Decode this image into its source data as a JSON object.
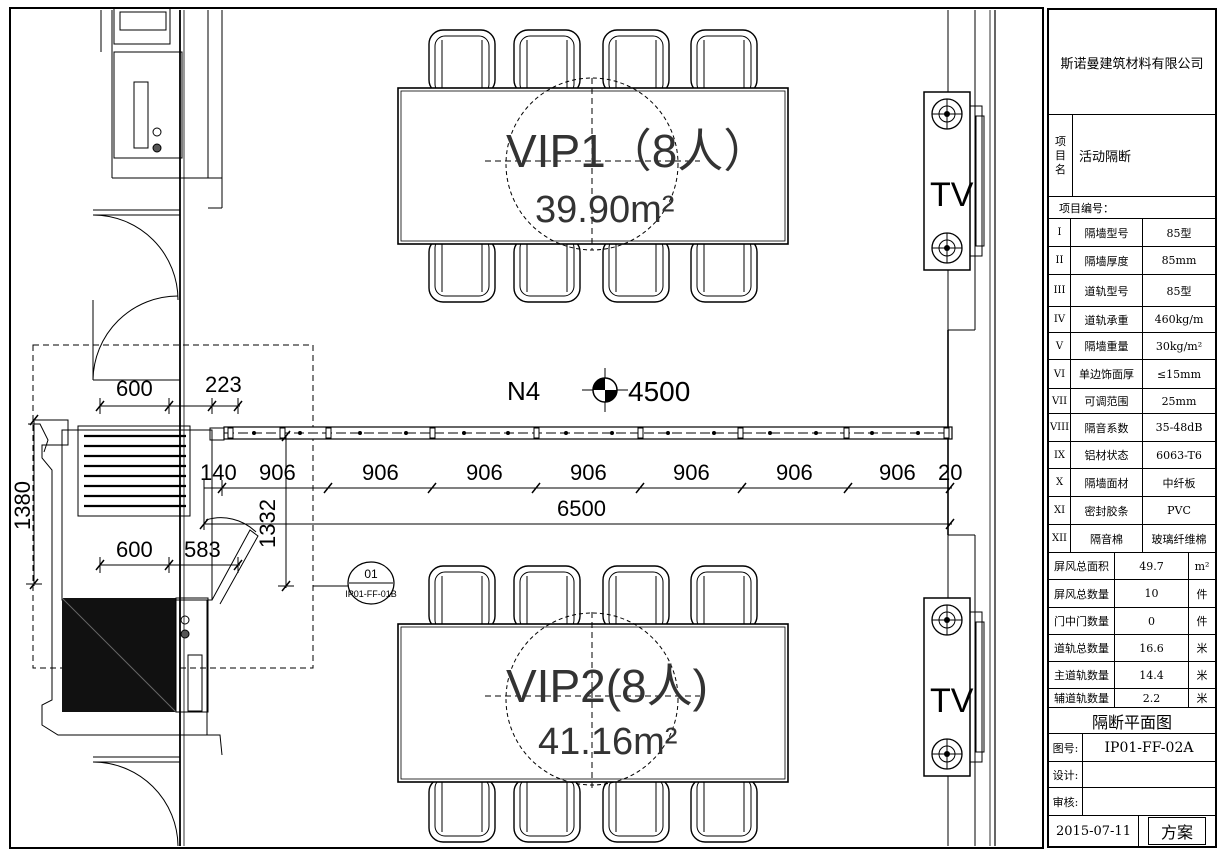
{
  "plan": {
    "rooms": [
      {
        "name": "VIP1（8人）",
        "area": "39.90m²"
      },
      {
        "name": "VIP2(8人)",
        "area": "41.16m²"
      }
    ],
    "tv_label": "TV",
    "axis_label": "N4",
    "elevation": "4500",
    "section_tag": {
      "number": "01",
      "ref": "IP01-FF-01B"
    },
    "dims": {
      "d600a": "600",
      "d223": "223",
      "d1380": "1380",
      "d140": "140",
      "d906": "906",
      "d20": "20",
      "d6500": "6500",
      "d1332": "1332",
      "d600b": "600",
      "d583": "583"
    }
  },
  "title_block": {
    "company": "斯诺曼建筑材料有限公司",
    "project_name_label": "项目名",
    "project_name": "活动隔断",
    "project_no_label": "项目编号：",
    "specs": [
      {
        "no": "I",
        "item": "隔墙型号",
        "value": "85型"
      },
      {
        "no": "II",
        "item": "隔墙厚度",
        "value": "85mm"
      },
      {
        "no": "III",
        "item": "道轨型号",
        "value": "85型"
      },
      {
        "no": "IV",
        "item": "道轨承重",
        "value": "460kg/m"
      },
      {
        "no": "V",
        "item": "隔墙重量",
        "value": "30kg/m²"
      },
      {
        "no": "VI",
        "item": "单边饰面厚",
        "value": "≤15mm"
      },
      {
        "no": "VII",
        "item": "可调范围",
        "value": "25mm"
      },
      {
        "no": "VIII",
        "item": "隔音系数",
        "value": "35-48dB"
      },
      {
        "no": "IX",
        "item": "铝材状态",
        "value": "6063-T6"
      },
      {
        "no": "X",
        "item": "隔墙面材",
        "value": "中纤板"
      },
      {
        "no": "XI",
        "item": "密封胶条",
        "value": "PVC"
      },
      {
        "no": "XII",
        "item": "隔音棉",
        "value": "玻璃纤维棉"
      }
    ],
    "quantities": [
      {
        "item": "屏风总面积",
        "value": "49.7",
        "unit": "m²"
      },
      {
        "item": "屏风总数量",
        "value": "10",
        "unit": "件"
      },
      {
        "item": "门中门数量",
        "value": "0",
        "unit": "件"
      },
      {
        "item": "道轨总数量",
        "value": "16.6",
        "unit": "米"
      },
      {
        "item": "主道轨数量",
        "value": "14.4",
        "unit": "米"
      },
      {
        "item": "辅道轨数量",
        "value": "2.2",
        "unit": "米"
      }
    ],
    "drawing_title": "隔断平面图",
    "drawing_no_label": "图号:",
    "drawing_no": "IP01-FF-02A",
    "designer_label": "设计:",
    "designer": "",
    "reviewer_label": "审核:",
    "reviewer": "",
    "date": "2015-07-11",
    "stage": "方案"
  }
}
